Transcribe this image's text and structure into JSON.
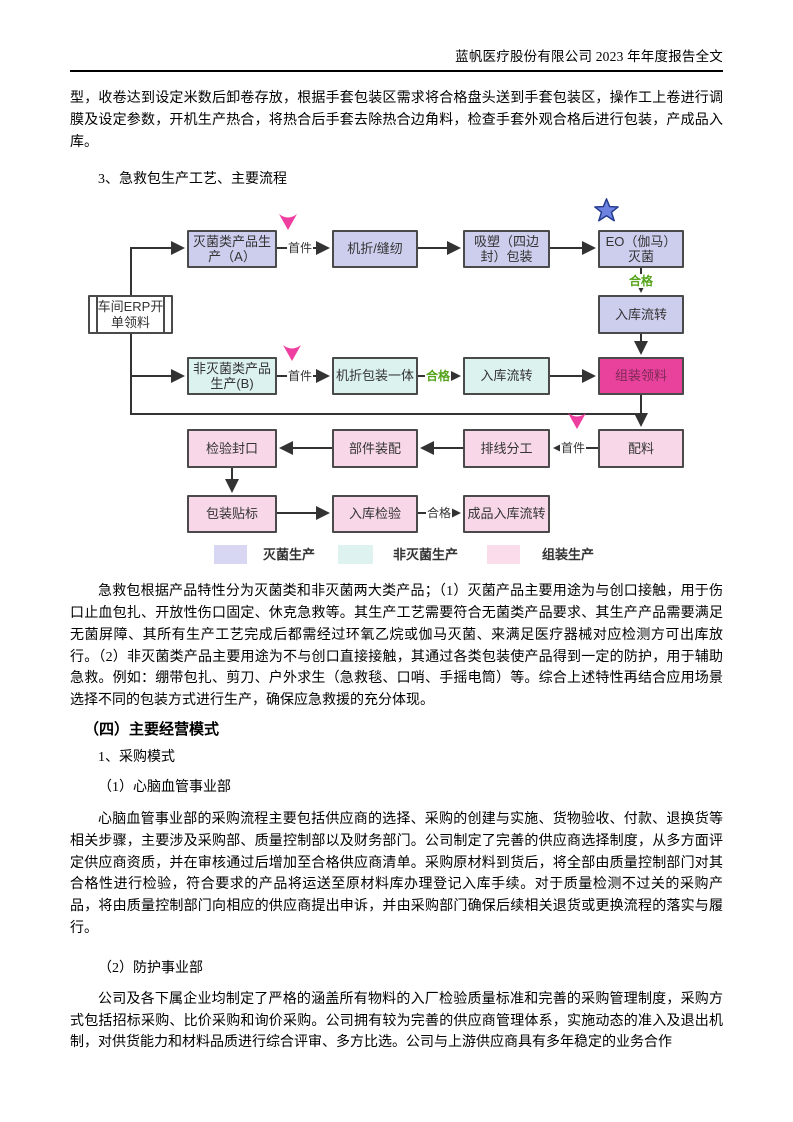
{
  "header": {
    "title": "蓝帆医疗股份有限公司 2023 年年度报告全文"
  },
  "body": {
    "p1": "型，收卷达到设定米数后卸卷存放，根据手套包装区需求将合格盘头送到手套包装区，操作工上卷进行调膜及设定参数，开机生产热合，将热合后手套去除热合边角料，检查手套外观合格后进行包装，产成品入库。",
    "section3_title": "3、急救包生产工艺、主要流程",
    "p2": "急救包根据产品特性分为灭菌类和非灭菌两大类产品；（1）灭菌产品主要用途为与创口接触，用于伤口止血包扎、开放性伤口固定、休克急救等。其生产工艺需要符合无菌类产品要求、其生产产品需要满足无菌屏障、其所有生产工艺完成后都需经过环氧乙烷或伽马灭菌、来满足医疗器械对应检测方可出库放行。（2）非灭菌类产品主要用途为不与创口直接接触，其通过各类包装使产品得到一定的防护，用于辅助急救。例如：绷带包扎、剪刀、户外求生（急救毯、口哨、手摇电筒）等。综合上述特性再结合应用场景选择不同的包装方式进行生产，确保应急救援的充分体现。",
    "section4_title": "（四）主要经营模式",
    "purchase_title": "1、采购模式",
    "dept1_title": "（1）心脑血管事业部",
    "p3": "心脑血管事业部的采购流程主要包括供应商的选择、采购的创建与实施、货物验收、付款、退换货等相关步骤，主要涉及采购部、质量控制部以及财务部门。公司制定了完善的供应商选择制度，从多方面评定供应商资质，并在审核通过后增加至合格供应商清单。采购原材料到货后，将全部由质量控制部门对其合格性进行检验，符合要求的产品将运送至原材料库办理登记入库手续。对于质量检测不过关的采购产品，将由质量控制部门向相应的供应商提出申诉，并由采购部门确保后续相关退货或更换流程的落实与履行。",
    "dept2_title": "（2）防护事业部",
    "p4": "公司及各下属企业均制定了严格的涵盖所有物料的入厂检验质量标准和完善的采购管理制度，采购方式包括招标采购、比价采购和询价采购。公司拥有较为完善的供应商管理体系，实施动态的准入及退出机制，对供货能力和材料品质进行综合评审、多方比选。公司与上游供应商具有多年稳定的业务合作"
  },
  "flowchart": {
    "nodes": {
      "erp": "车间ERP开单领料",
      "sterile_production": "灭菌类产品生产（A）",
      "fold_sew": "机折/缝纫",
      "blister_pack": "吸塑（四边封）包装",
      "eo_sterilize": "EO（伽马）灭菌",
      "sterile_warehouse": "入库流转",
      "nonsterile_production": "非灭菌类产品生产(B)",
      "fold_pack_combined": "机折包装一体",
      "nonsterile_warehouse": "入库流转",
      "assembly_pick": "组装领料",
      "ingredients": "配料",
      "line_division": "排线分工",
      "parts_assembly": "部件装配",
      "seal_inspect": "检验封口",
      "pack_label": "包装贴标",
      "warehouse_inspect": "入库检验",
      "finished_flow": "成品入库流转"
    },
    "edge_labels": {
      "first_piece": "首件",
      "qualified": "合格"
    },
    "legend": [
      {
        "label": "灭菌生产",
        "color": "#d7d7f3"
      },
      {
        "label": "非灭菌生产",
        "color": "#def3ef"
      },
      {
        "label": "组装生产",
        "color": "#fadcea"
      }
    ],
    "colors": {
      "sterile_fill": "#cdcdee",
      "nonsterile_fill": "#dcf2ee",
      "assembly_fill": "#f8d8e8",
      "highlight_fill": "#e8429c",
      "box_border": "#4a4a4a",
      "qualified_green": "#55a41c",
      "marker_pink": "#ee3fa0",
      "star_blue": "#6e83e0"
    }
  }
}
